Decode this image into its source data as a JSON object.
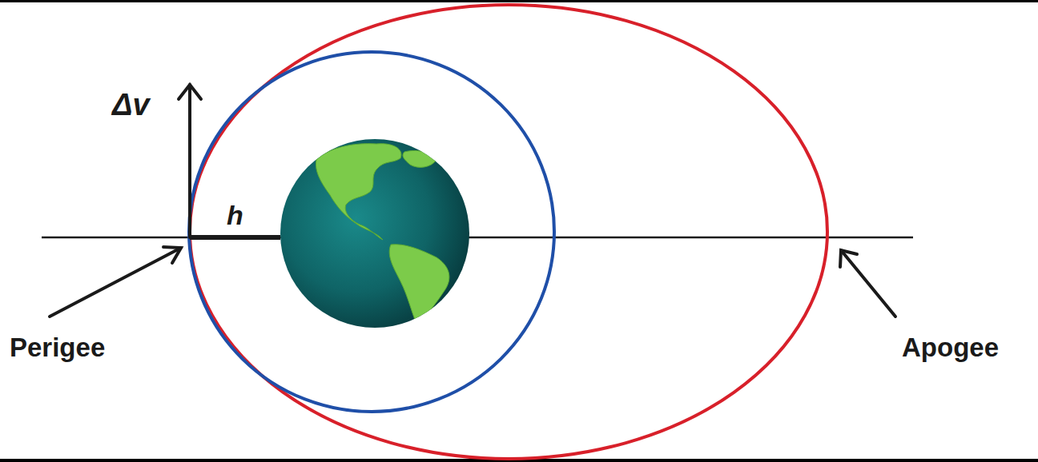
{
  "diagram": {
    "labels": [
      "Δv",
      "h",
      "Perigee",
      "Apogee"
    ]
  }
}
